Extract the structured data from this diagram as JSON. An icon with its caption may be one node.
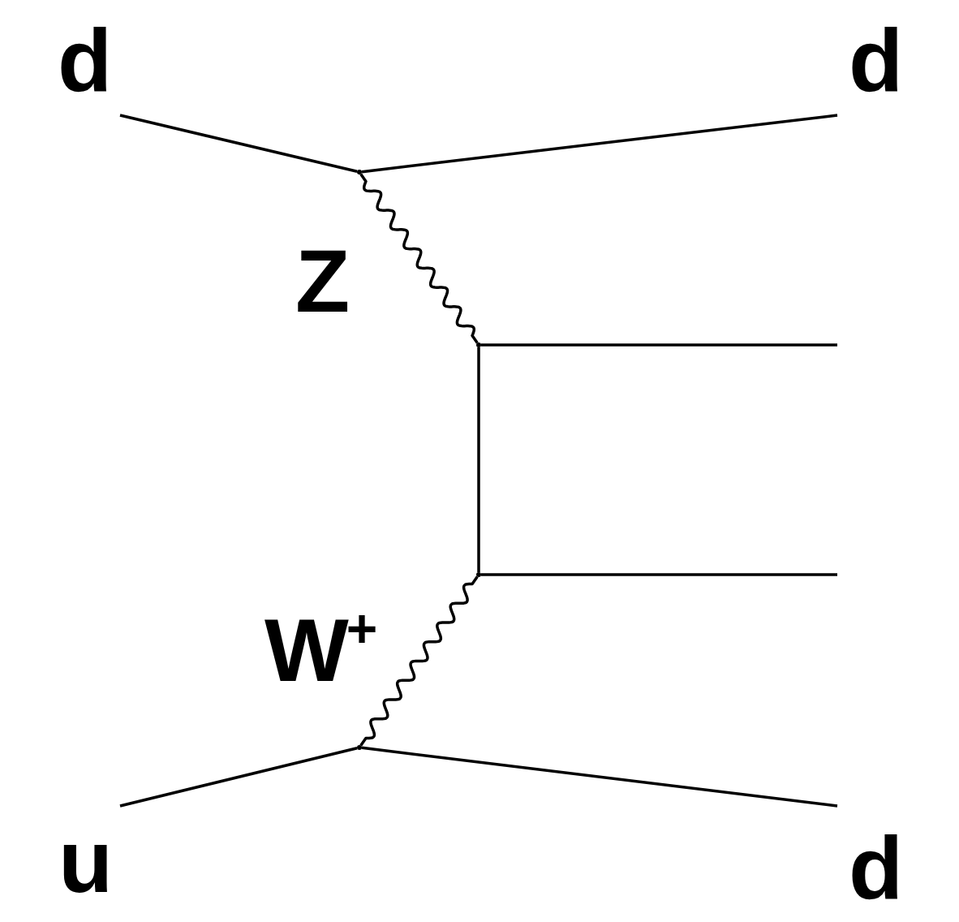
{
  "diagram": {
    "nodes": [
      {
        "text": [
          "d"
        ]
      },
      {
        "text": [
          "d"
        ]
      },
      {
        "text": [],
        "shape": "dot"
      },
      {
        "text": [],
        "shape": "dot"
      },
      {
        "text": [],
        "shape": "dot"
      },
      {
        "text": [],
        "shape": "dot"
      },
      {
        "text": [
          "u"
        ]
      },
      {
        "text": [
          "d"
        ]
      }
    ],
    "edges": [
      {
        "from": 0,
        "to": 2,
        "arrow": "none"
      },
      {
        "from": 2,
        "to": 1,
        "arrow": "none"
      },
      {
        "from": 2,
        "to": 3,
        "arrow": "none",
        "label": "Z"
      },
      {
        "from": 3,
        "to": null,
        "arrow": "none"
      },
      {
        "from": 3,
        "to": 4,
        "arrow": "none"
      },
      {
        "from": 4,
        "to": null,
        "arrow": "none"
      },
      {
        "from": 5,
        "to": 4,
        "arrow": "none",
        "label": "W$^{+}$"
      },
      {
        "from": 6,
        "to": 5,
        "arrow": "none"
      },
      {
        "from": 5,
        "to": 7,
        "arrow": "none"
      }
    ]
  }
}
